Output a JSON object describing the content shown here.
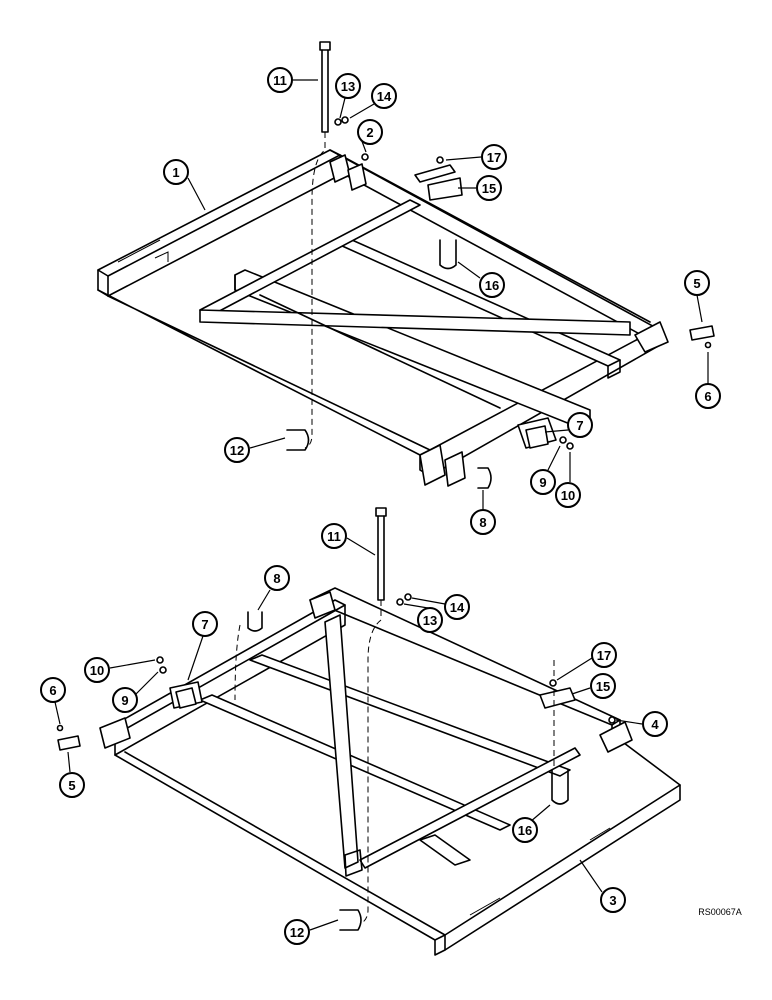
{
  "diagram": {
    "callouts_top": [
      {
        "id": "c-top-1",
        "label": "1"
      },
      {
        "id": "c-top-2",
        "label": "2"
      },
      {
        "id": "c-top-5",
        "label": "5"
      },
      {
        "id": "c-top-6",
        "label": "6"
      },
      {
        "id": "c-top-7",
        "label": "7"
      },
      {
        "id": "c-top-8",
        "label": "8"
      },
      {
        "id": "c-top-9",
        "label": "9"
      },
      {
        "id": "c-top-10",
        "label": "10"
      },
      {
        "id": "c-top-11",
        "label": "11"
      },
      {
        "id": "c-top-12",
        "label": "12"
      },
      {
        "id": "c-top-13",
        "label": "13"
      },
      {
        "id": "c-top-14",
        "label": "14"
      },
      {
        "id": "c-top-15",
        "label": "15"
      },
      {
        "id": "c-top-16",
        "label": "16"
      },
      {
        "id": "c-top-17",
        "label": "17"
      }
    ],
    "callouts_bottom": [
      {
        "id": "c-bot-3",
        "label": "3"
      },
      {
        "id": "c-bot-4",
        "label": "4"
      },
      {
        "id": "c-bot-5",
        "label": "5"
      },
      {
        "id": "c-bot-6",
        "label": "6"
      },
      {
        "id": "c-bot-7",
        "label": "7"
      },
      {
        "id": "c-bot-8",
        "label": "8"
      },
      {
        "id": "c-bot-9",
        "label": "9"
      },
      {
        "id": "c-bot-10",
        "label": "10"
      },
      {
        "id": "c-bot-11",
        "label": "11"
      },
      {
        "id": "c-bot-12",
        "label": "12"
      },
      {
        "id": "c-bot-13",
        "label": "13"
      },
      {
        "id": "c-bot-14",
        "label": "14"
      },
      {
        "id": "c-bot-15",
        "label": "15"
      },
      {
        "id": "c-bot-16",
        "label": "16"
      },
      {
        "id": "c-bot-17",
        "label": "17"
      }
    ],
    "drawing_code": "RS00067A"
  }
}
